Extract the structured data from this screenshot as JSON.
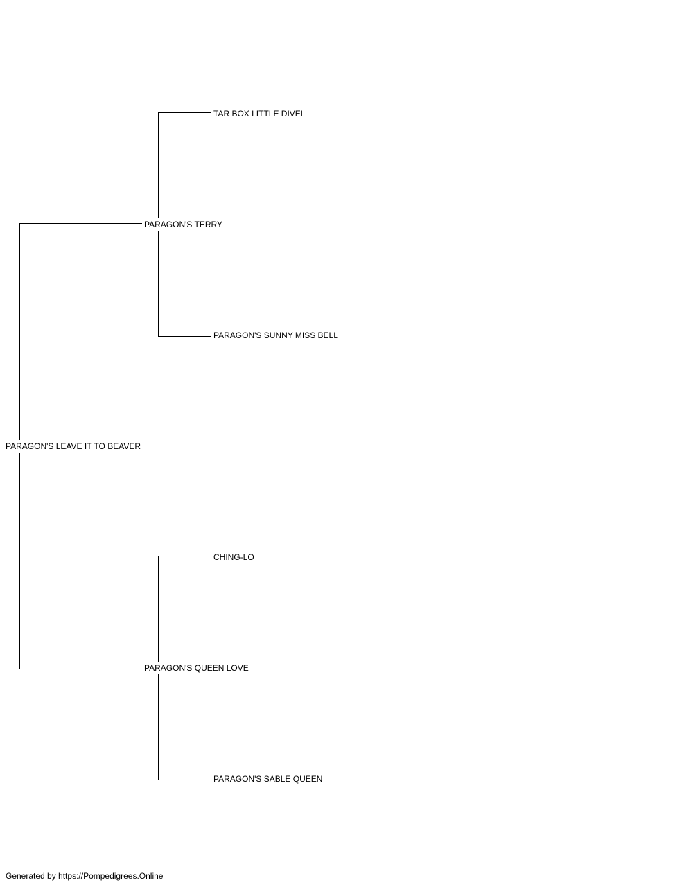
{
  "pedigree": {
    "subject": "PARAGON'S LEAVE IT TO BEAVER",
    "sire": "PARAGON'S TERRY",
    "dam": "PARAGON'S QUEEN LOVE",
    "sire_sire": "TAR BOX LITTLE DIVEL",
    "sire_dam": "PARAGON'S SUNNY MISS BELL",
    "dam_sire": "CHING-LO",
    "dam_dam": "PARAGON'S SABLE QUEEN"
  },
  "footer": {
    "text": "Generated by https://Pompedigrees.Online"
  },
  "style": {
    "line_color": "#000000",
    "text_color": "#000000",
    "background": "#ffffff"
  }
}
